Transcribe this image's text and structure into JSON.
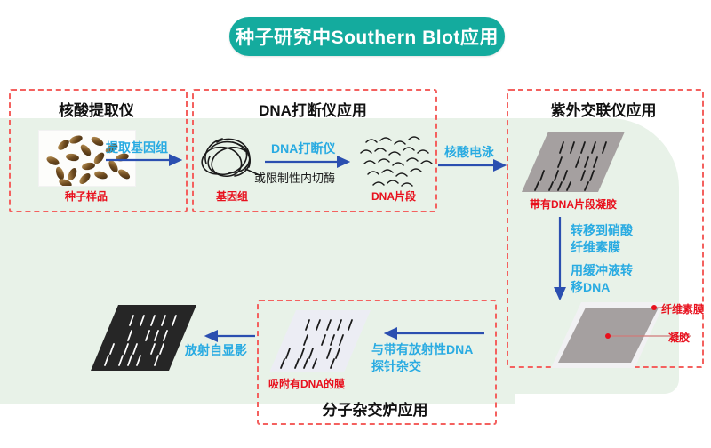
{
  "title": "种子研究中Southern Blot应用",
  "sections": [
    {
      "id": "extract",
      "label": "核酸提取仪"
    },
    {
      "id": "shear",
      "label": "DNA打断仪应用"
    },
    {
      "id": "uv",
      "label": "紫外交联仪应用"
    },
    {
      "id": "hyb",
      "label": "分子杂交炉应用"
    }
  ],
  "nodes": [
    {
      "id": "seed-sample",
      "caption": "种子样品"
    },
    {
      "id": "genome",
      "caption": "基因组"
    },
    {
      "id": "dna-fragments",
      "caption": "DNA片段"
    },
    {
      "id": "gel-with-dna",
      "caption": "带有DNA片段凝胶"
    },
    {
      "id": "transfer-stack",
      "caption": ""
    },
    {
      "id": "dna-membrane",
      "caption": "吸附有DNA的膜"
    },
    {
      "id": "autorad-film",
      "caption": ""
    }
  ],
  "arrows": [
    {
      "id": "extract-genome",
      "label": "提取基因组",
      "sublabel": ""
    },
    {
      "id": "shear-dna",
      "label": "DNA打断仪",
      "sublabel": "或限制性内切酶"
    },
    {
      "id": "electrophoresis",
      "label": "核酸电泳",
      "sublabel": ""
    },
    {
      "id": "blot-transfer",
      "label_line1": "转移到硝酸",
      "label_line2": "纤维素膜",
      "label_line3": "用缓冲液转",
      "label_line4": "移DNA"
    },
    {
      "id": "hybridize",
      "label_line1": "与带有放射性DNA",
      "label_line2": "探针杂交"
    },
    {
      "id": "autoradiography",
      "label": "放射自显影",
      "sublabel": ""
    }
  ],
  "callouts": [
    {
      "id": "nitrocellulose-membrane",
      "label": "纤维素膜"
    },
    {
      "id": "gel-layer",
      "label": "凝胶"
    }
  ],
  "colors": {
    "banner": "#14ab9e",
    "panel": "#e8f2e8",
    "dashed_border": "#f4615f",
    "arrow_label": "#29abe2",
    "arrow_line": "#2b4fb0",
    "caption": "#e8101d",
    "gel": "#a5a0a0",
    "membrane": "#ecedf4",
    "film": "#262626"
  }
}
